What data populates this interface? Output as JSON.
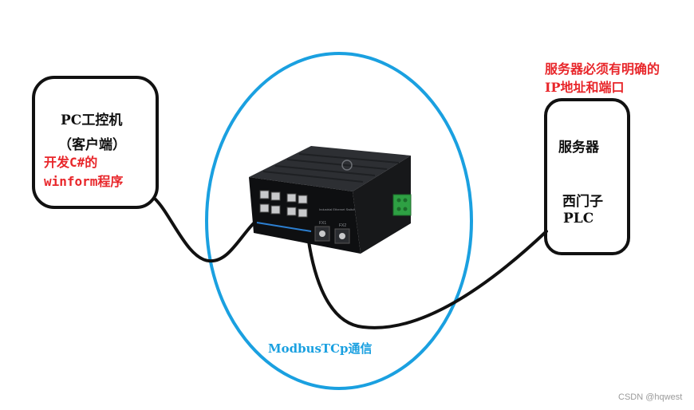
{
  "client": {
    "line1": "PC工控机",
    "line2": "（客户端）",
    "note_line1": "开发C#的",
    "note_line2": "winform程序"
  },
  "server": {
    "note_line1": "服务器必须有明确的",
    "note_line2": "IP地址和端口",
    "label": "服务器",
    "plc_line1": "西门子",
    "plc_line2": "PLC"
  },
  "network": {
    "protocol_label": "ModbusTCp通信"
  },
  "switch": {
    "device_text": "Industrial Ethernet Switch",
    "port_label_1": "FX1",
    "port_label_2": "FX2"
  },
  "watermark": "CSDN @hqwest",
  "colors": {
    "box_stroke": "#111111",
    "ellipse_stroke": "#1aa0e0",
    "note_text": "#e8262a",
    "protocol_text": "#1aa0e0",
    "connector": "#2ea043"
  }
}
